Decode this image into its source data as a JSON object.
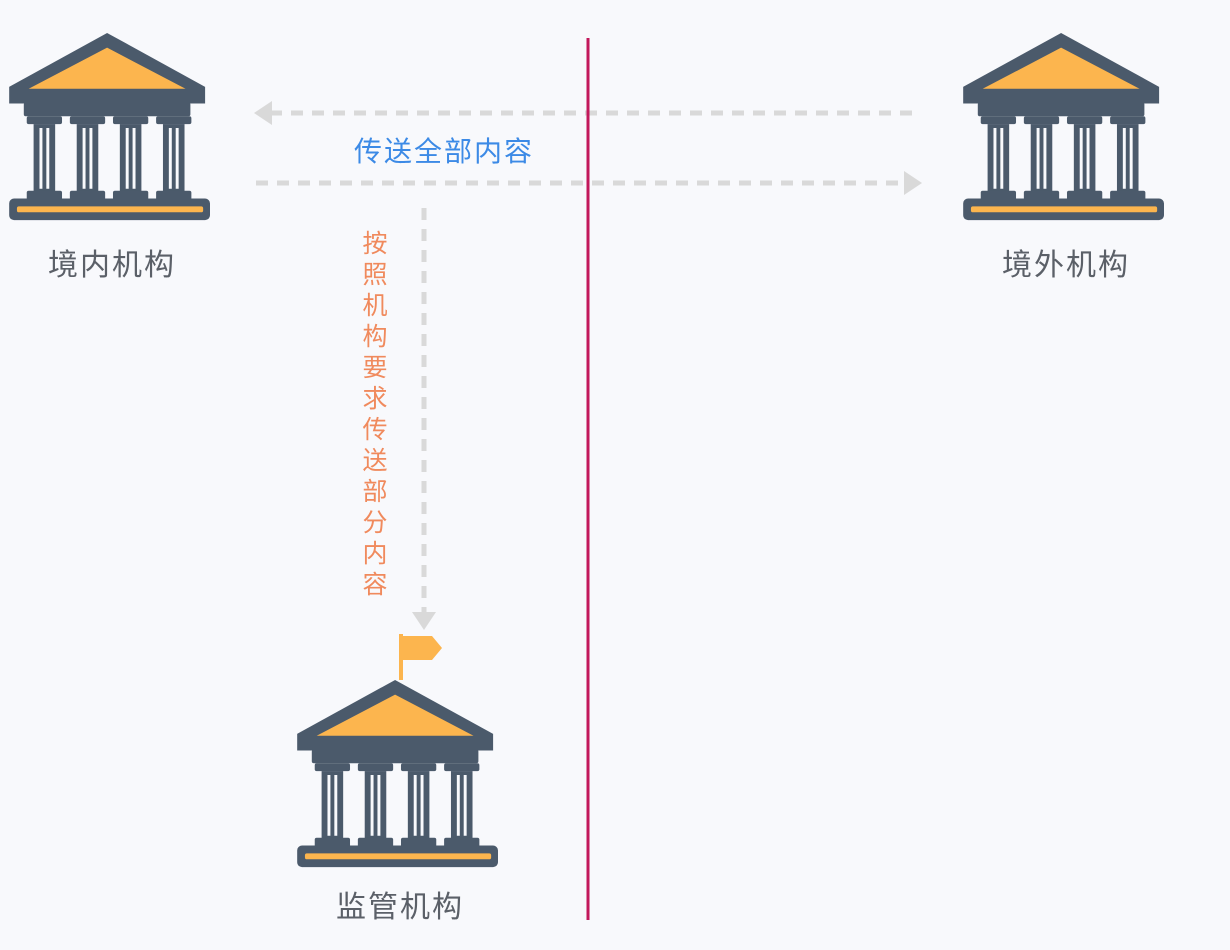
{
  "orgs": {
    "domestic": {
      "label": "境内机构",
      "icon": "bank-building-icon"
    },
    "overseas": {
      "label": "境外机构",
      "icon": "bank-building-icon"
    },
    "regulator": {
      "label": "监管机构",
      "icon": "bank-building-flag-icon"
    }
  },
  "flows": {
    "full_transfer": "传送全部内容",
    "partial_transfer": "按照机构要求传送部分内容"
  },
  "colors": {
    "building": "#4b5a6b",
    "roof_fill": "#fcb54e",
    "border_line": "#c2185b",
    "arrow": "#d9d9d9",
    "flow_blue": "#3c8ae6",
    "flow_orange": "#f08a5d"
  }
}
